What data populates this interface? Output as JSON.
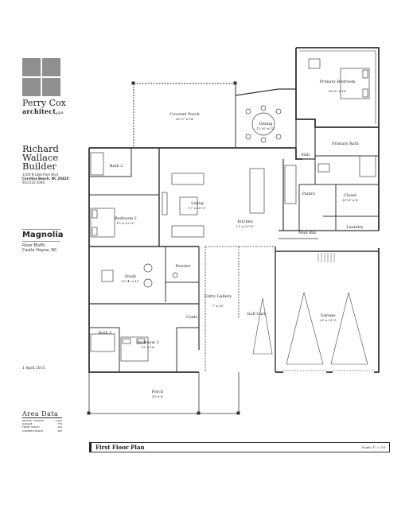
{
  "firm": {
    "name": "Perry Cox",
    "name_line2": "architect,",
    "suffix": "pa"
  },
  "client": {
    "line1": "Richard",
    "line2": "Wallace",
    "line3": "Builder",
    "address1": "1100 N Lake Park Blvd",
    "address2": "Carolina Beach, NC 28428",
    "phone": "910.520.5000"
  },
  "project": {
    "name": "Magnolia",
    "location1": "River Bluffs",
    "location2": "Castle Hayne, NC"
  },
  "date": "1 April 2015",
  "area_data": {
    "title": "Area Data",
    "rows": [
      {
        "label": "HEATED / HEATED",
        "value": "2,450"
      },
      {
        "label": "GARAGE",
        "value": "778"
      },
      {
        "label": "FRONT PORCH",
        "value": "300"
      },
      {
        "label": "COVERED PORCH",
        "value": "364"
      }
    ]
  },
  "sheet": {
    "title": "First Floor Plan",
    "scale": "Scale: 1\" = 10'"
  },
  "rooms": {
    "covered_porch": {
      "name": "Covered Porch",
      "dim": "26'-0\" x 14'"
    },
    "dining": {
      "name": "Dining",
      "dim": "12'-6\" x 12'"
    },
    "primary_bedroom": {
      "name": "Primary Bedroom",
      "dim": "18'-6\" x 15'"
    },
    "primary_bath": {
      "name": "Primary Bath"
    },
    "bath2": {
      "name": "Bath 2"
    },
    "hall": {
      "name": "Hall"
    },
    "living": {
      "name": "Living",
      "dim": "17' x 20'-5\""
    },
    "pantry": {
      "name": "Pantry"
    },
    "closet": {
      "name": "Closet",
      "dim": "10'-6\" x 8'"
    },
    "bedroom2": {
      "name": "Bedroom 2",
      "dim": "15' x 12'-5\""
    },
    "kitchen": {
      "name": "Kitchen",
      "dim": "11' x 20'-5\""
    },
    "mud_rm": {
      "name": "Mud Rm"
    },
    "laundry": {
      "name": "Laundry"
    },
    "study": {
      "name": "Study",
      "dim": "15'-4\" x 12'"
    },
    "powder": {
      "name": "Powder"
    },
    "entry_gallery": {
      "name": "Entry Gallery",
      "dim": "7' x 25'"
    },
    "golf_cart": {
      "name": "Golf Cart"
    },
    "garage": {
      "name": "Garage",
      "dim": "23' x 21'-5"
    },
    "coats": {
      "name": "Coats"
    },
    "bath3": {
      "name": "Bath 3"
    },
    "bedroom3": {
      "name": "Bedroom 3",
      "dim": "13' x 16'"
    },
    "porch": {
      "name": "Porch",
      "dim": "33' x 8'"
    }
  }
}
